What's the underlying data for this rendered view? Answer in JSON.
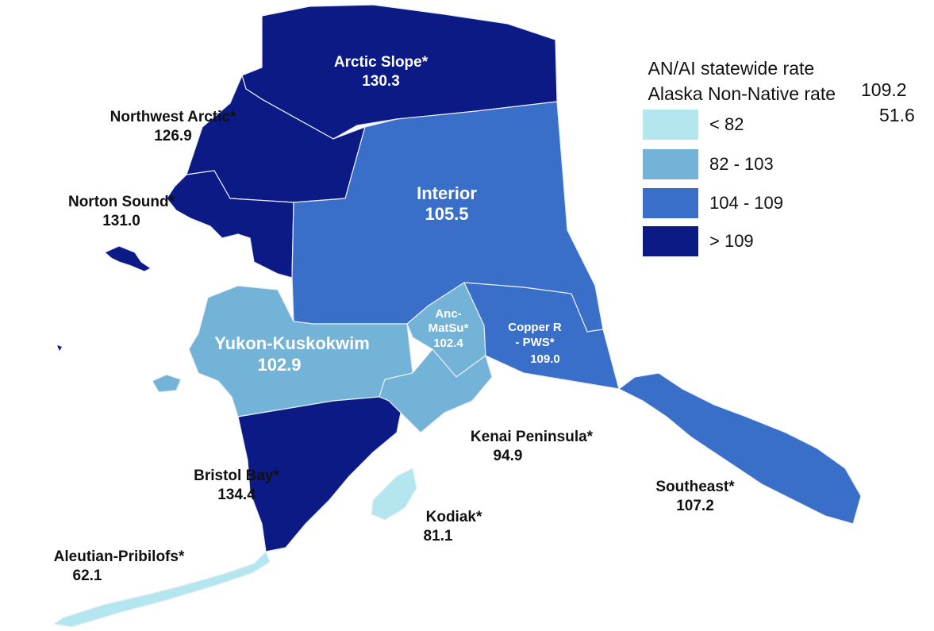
{
  "stats": {
    "statewide_label": "AN/AI statewide rate",
    "statewide_value": "109.2",
    "nonnative_label": "Alaska Non-Native rate",
    "nonnative_value": "51.6"
  },
  "legend": [
    {
      "label": "< 82",
      "color": "#b3e6ee"
    },
    {
      "label": "82 - 103",
      "color": "#74b3d8"
    },
    {
      "label": "104 - 109",
      "color": "#3a6fc9"
    },
    {
      "label": "> 109",
      "color": "#0b1a85"
    }
  ],
  "regions": {
    "arctic_slope": {
      "name": "Arctic Slope*",
      "rate": "130.3",
      "rate_value": 130.3
    },
    "northwest_arctic": {
      "name": "Northwest Arctic*",
      "rate": "126.9",
      "rate_value": 126.9
    },
    "norton_sound": {
      "name": "Norton Sound*",
      "rate": "131.0",
      "rate_value": 131.0
    },
    "interior": {
      "name": "Interior",
      "rate": "105.5",
      "rate_value": 105.5
    },
    "yukon_kuskokwim": {
      "name": "Yukon-Kuskokwim",
      "rate": "102.9",
      "rate_value": 102.9
    },
    "anc_matsu": {
      "name_line1": "Anc-",
      "name_line2": "MatSu*",
      "rate": "102.4",
      "rate_value": 102.4
    },
    "copper_river": {
      "name_line1": "Copper R",
      "name_line2": "- PWS*",
      "rate": "109.0",
      "rate_value": 109.0
    },
    "kenai": {
      "name": "Kenai Peninsula*",
      "rate": "94.9",
      "rate_value": 94.9
    },
    "southeast": {
      "name": "Southeast*",
      "rate": "107.2",
      "rate_value": 107.2
    },
    "bristol_bay": {
      "name": "Bristol Bay*",
      "rate": "134.4",
      "rate_value": 134.4
    },
    "kodiak": {
      "name": "Kodiak*",
      "rate": "81.1",
      "rate_value": 81.1
    },
    "aleutian_pribilofs": {
      "name": "Aleutian-Pribilofs*",
      "rate": "62.1",
      "rate_value": 62.1
    }
  }
}
